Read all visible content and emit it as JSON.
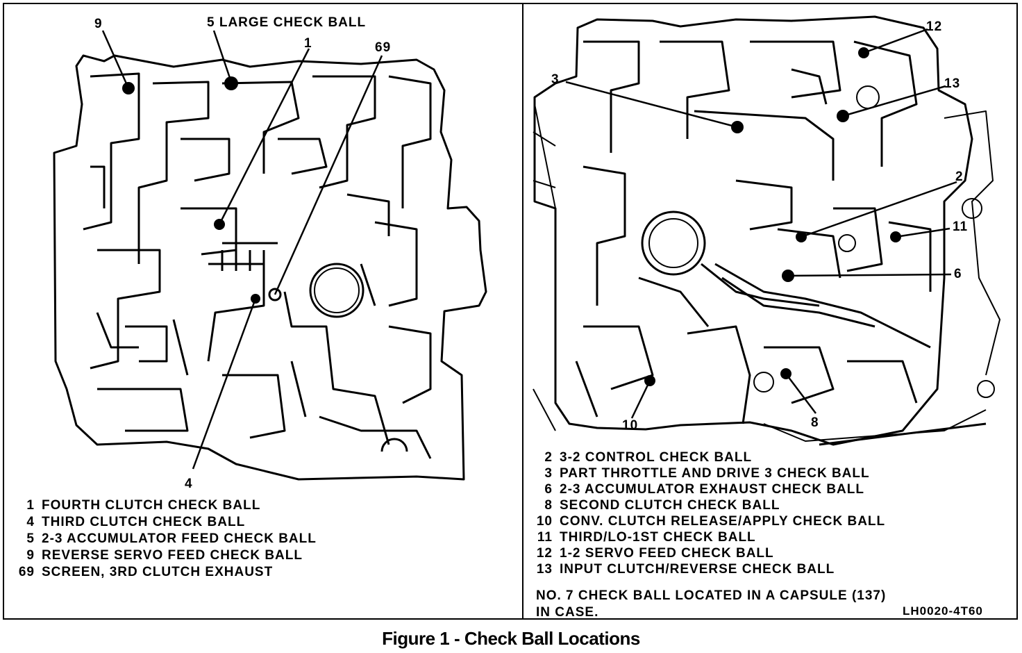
{
  "left_panel": {
    "callouts": [
      {
        "id": "9",
        "text": "9"
      },
      {
        "id": "5",
        "text": "5 LARGE CHECK BALL"
      },
      {
        "id": "1",
        "text": "1"
      },
      {
        "id": "69",
        "text": "69"
      },
      {
        "id": "4",
        "text": "4"
      }
    ],
    "legend": [
      {
        "num": "1",
        "text": "FOURTH CLUTCH CHECK BALL"
      },
      {
        "num": "4",
        "text": "THIRD CLUTCH CHECK BALL"
      },
      {
        "num": "5",
        "text": "2-3 ACCUMULATOR FEED CHECK BALL"
      },
      {
        "num": "9",
        "text": "REVERSE SERVO FEED CHECK BALL"
      },
      {
        "num": "69",
        "text": "SCREEN, 3RD CLUTCH EXHAUST"
      }
    ]
  },
  "right_panel": {
    "callouts": [
      {
        "id": "12",
        "text": "12"
      },
      {
        "id": "3",
        "text": "3"
      },
      {
        "id": "13",
        "text": "13"
      },
      {
        "id": "2",
        "text": "2"
      },
      {
        "id": "11",
        "text": "11"
      },
      {
        "id": "6",
        "text": "6"
      },
      {
        "id": "10",
        "text": "10"
      },
      {
        "id": "8",
        "text": "8"
      }
    ],
    "legend": [
      {
        "num": "2",
        "text": "3-2 CONTROL CHECK BALL"
      },
      {
        "num": "3",
        "text": "PART THROTTLE AND DRIVE 3 CHECK BALL"
      },
      {
        "num": "6",
        "text": "2-3 ACCUMULATOR EXHAUST CHECK BALL"
      },
      {
        "num": "8",
        "text": "SECOND CLUTCH CHECK BALL"
      },
      {
        "num": "10",
        "text": "CONV. CLUTCH RELEASE/APPLY CHECK BALL"
      },
      {
        "num": "11",
        "text": "THIRD/LO-1ST CHECK BALL"
      },
      {
        "num": "12",
        "text": "1-2 SERVO FEED CHECK BALL"
      },
      {
        "num": "13",
        "text": "INPUT CLUTCH/REVERSE CHECK BALL"
      }
    ],
    "note_lines": [
      "NO. 7 CHECK BALL LOCATED IN A CAPSULE (137)",
      "IN CASE."
    ],
    "drawing_code": "LH0020-4T60"
  },
  "caption": "Figure 1 - Check Ball Locations"
}
